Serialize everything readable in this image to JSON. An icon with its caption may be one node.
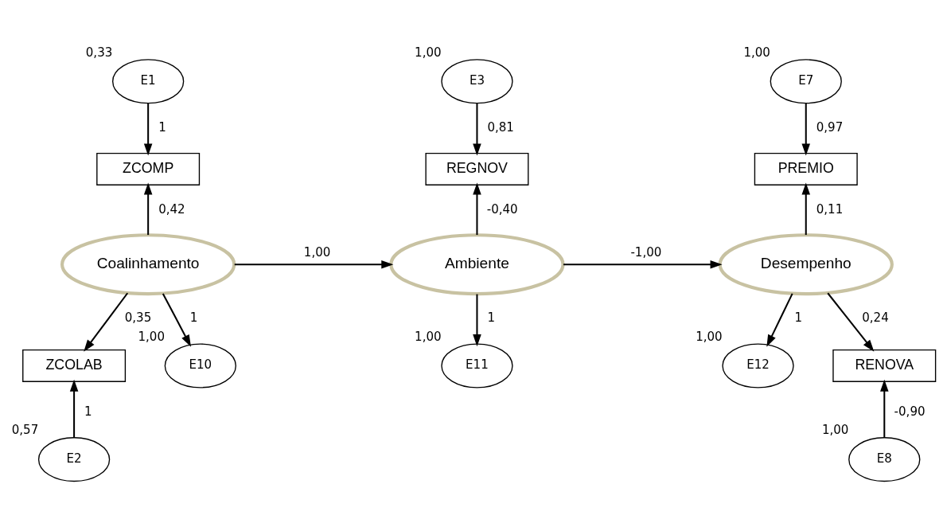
{
  "diagram": {
    "nodes": [
      {
        "text": [
          "E1"
        ],
        "beside": [
          "0,33"
        ]
      },
      {
        "text": [
          "ZCOMP"
        ]
      },
      {
        "text": [
          "Coalinhamento"
        ]
      },
      {
        "text": [
          "ZCOLAB"
        ]
      },
      {
        "text": [
          "E2"
        ],
        "beside": [
          "0,57"
        ]
      },
      {
        "text": [
          "E10"
        ],
        "beside": [
          "1,00"
        ]
      },
      {
        "text": [
          "E3"
        ],
        "beside": [
          "1,00"
        ]
      },
      {
        "text": [
          "REGNOV"
        ]
      },
      {
        "text": [
          "Ambiente"
        ]
      },
      {
        "text": [
          "E11"
        ],
        "beside": [
          "1,00"
        ]
      },
      {
        "text": [
          "E7"
        ],
        "beside": [
          "1,00"
        ]
      },
      {
        "text": [
          "PREMIO"
        ]
      },
      {
        "text": [
          "Desempenho"
        ]
      },
      {
        "text": [
          "E12"
        ],
        "beside": [
          "1,00"
        ]
      },
      {
        "text": [
          "RENOVA"
        ]
      },
      {
        "text": [
          "E8"
        ],
        "beside": [
          "1,00"
        ]
      }
    ],
    "edges": [
      {
        "from": 0,
        "to": 1,
        "arrow": "to",
        "label": "1"
      },
      {
        "from": 2,
        "to": 1,
        "arrow": "to",
        "label": "0,42"
      },
      {
        "from": 2,
        "to": 3,
        "arrow": "to",
        "label": "0,35"
      },
      {
        "from": 4,
        "to": 3,
        "arrow": "to",
        "label": "1"
      },
      {
        "from": 2,
        "to": 5,
        "arrow": "to",
        "label": "1"
      },
      {
        "from": 2,
        "to": 8,
        "arrow": "to",
        "label": "1,00"
      },
      {
        "from": 6,
        "to": 7,
        "arrow": "to",
        "label": "0,81"
      },
      {
        "from": 8,
        "to": 7,
        "arrow": "to",
        "label": "-0,40"
      },
      {
        "from": 8,
        "to": 9,
        "arrow": "to",
        "label": "1"
      },
      {
        "from": 8,
        "to": 12,
        "arrow": "to",
        "label": "-1,00"
      },
      {
        "from": 10,
        "to": 11,
        "arrow": "to",
        "label": "0,97"
      },
      {
        "from": 12,
        "to": 11,
        "arrow": "to",
        "label": "0,11"
      },
      {
        "from": 12,
        "to": 13,
        "arrow": "to",
        "label": "1"
      },
      {
        "from": 12,
        "to": 14,
        "arrow": "to",
        "label": "0,24"
      },
      {
        "from": 15,
        "to": 14,
        "arrow": "to",
        "label": "-0,90"
      }
    ]
  }
}
